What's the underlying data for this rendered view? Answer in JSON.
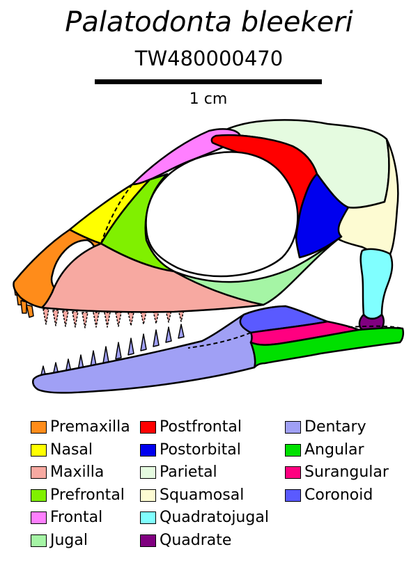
{
  "title": "Palatodonta bleekeri",
  "specimen": "TW480000470",
  "scale_label": "1 cm",
  "colors": {
    "premaxilla": "#ff8c1a",
    "nasal": "#ffff00",
    "maxilla": "#f7a9a1",
    "prefrontal": "#80f000",
    "frontal": "#ff7fff",
    "jugal": "#a5f5a5",
    "postfrontal": "#ff0000",
    "postorbital": "#0000ee",
    "parietal": "#e5fbe0",
    "squamosal": "#fdfbd2",
    "quadratojugal": "#80ffff",
    "quadrate": "#800080",
    "dentary": "#a0a0f5",
    "angular": "#00e000",
    "surangular": "#ff0080",
    "coronoid": "#5a5aff"
  },
  "legend": {
    "col1": [
      {
        "label": "Premaxilla",
        "color": "#ff8c1a"
      },
      {
        "label": "Nasal",
        "color": "#ffff00"
      },
      {
        "label": "Maxilla",
        "color": "#f7a9a1"
      },
      {
        "label": "Prefrontal",
        "color": "#80f000"
      },
      {
        "label": "Frontal",
        "color": "#ff7fff"
      },
      {
        "label": "Jugal",
        "color": "#a5f5a5"
      }
    ],
    "col2": [
      {
        "label": "Postfrontal",
        "color": "#ff0000"
      },
      {
        "label": "Postorbital",
        "color": "#0000ee"
      },
      {
        "label": "Parietal",
        "color": "#e5fbe0"
      },
      {
        "label": "Squamosal",
        "color": "#fdfbd2"
      },
      {
        "label": "Quadratojugal",
        "color": "#80ffff"
      },
      {
        "label": "Quadrate",
        "color": "#800080"
      }
    ],
    "col3": [
      {
        "label": "Dentary",
        "color": "#a0a0f5"
      },
      {
        "label": "Angular",
        "color": "#00e000"
      },
      {
        "label": "Surangular",
        "color": "#ff0080"
      },
      {
        "label": "Coronoid",
        "color": "#5a5aff"
      }
    ]
  }
}
